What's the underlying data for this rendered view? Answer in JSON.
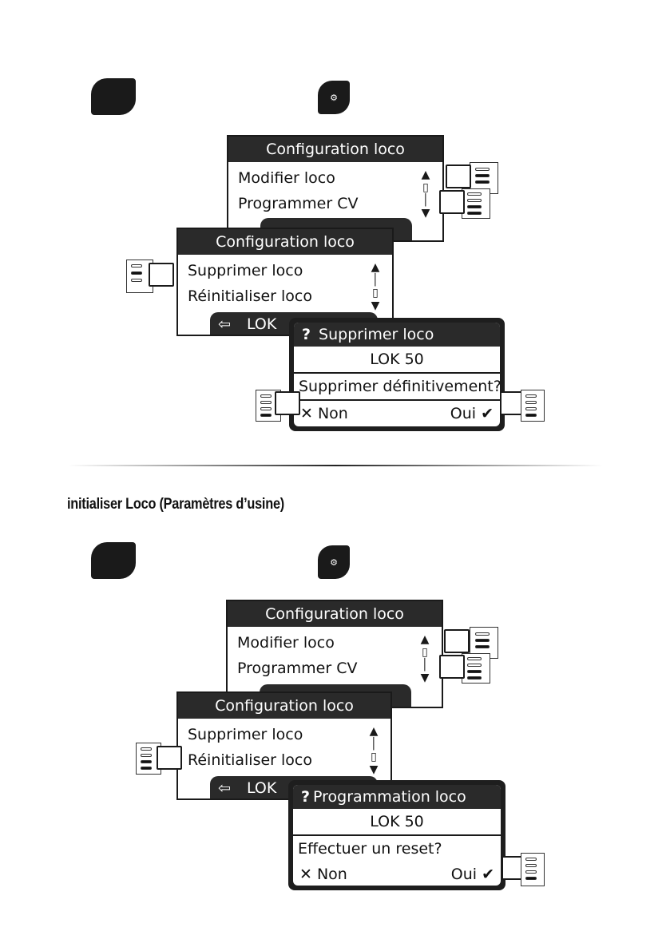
{
  "section1": {
    "screen_a": {
      "title": "Configuration loco",
      "items": [
        "Modifier loco",
        "Programmer CV"
      ]
    },
    "screen_b": {
      "title": "Configuration loco",
      "items": [
        "Supprimer loco",
        "Réinitialiser loco"
      ],
      "softkey": "LOK"
    },
    "dialog": {
      "title": "Supprimer loco",
      "loco": "LOK 50",
      "message": "Supprimer définitivement?",
      "no": "Non",
      "yes": "Oui"
    }
  },
  "heading": "initialiser Loco (Paramètres d’usine)",
  "section2": {
    "screen_a": {
      "title": "Configuration loco",
      "items": [
        "Modifier loco",
        "Programmer CV"
      ]
    },
    "screen_b": {
      "title": "Configuration loco",
      "items": [
        "Supprimer loco",
        "Réinitialiser loco"
      ],
      "softkey": "LOK"
    },
    "dialog": {
      "title": "Programmation loco",
      "loco": "LOK 50",
      "message": "Effectuer un reset?",
      "no": "Non",
      "yes": "Oui"
    }
  },
  "icons": {
    "menu_key": "menu-key-icon",
    "loco_key": "loco-settings-key-icon",
    "question": "?",
    "cross": "✕",
    "check": "✔",
    "back_arrow": "⇦"
  }
}
